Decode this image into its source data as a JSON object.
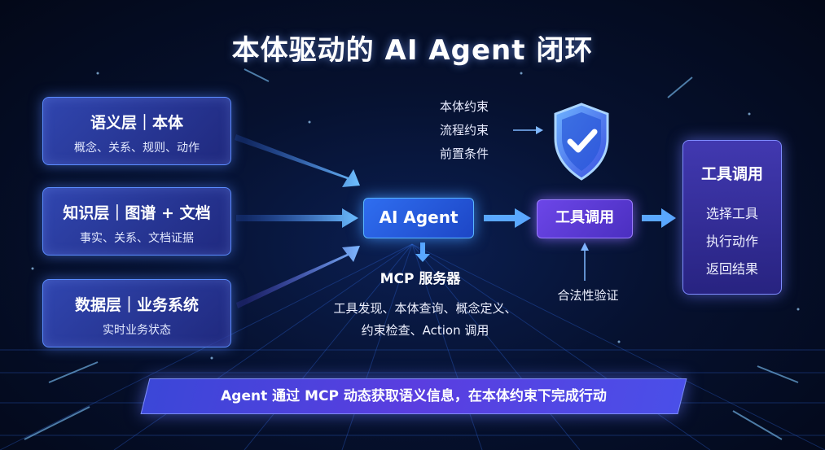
{
  "title": "本体驱动的 AI Agent 闭环",
  "layers": [
    {
      "title": "语义层｜本体",
      "subtitle": "概念、关系、规则、动作"
    },
    {
      "title": "知识层｜图谱 + 文档",
      "subtitle": "事实、关系、文档证据"
    },
    {
      "title": "数据层｜业务系统",
      "subtitle": "实时业务状态"
    }
  ],
  "agent": {
    "label": "AI Agent"
  },
  "mcp": {
    "title": "MCP 服务器",
    "desc_line1": "工具发现、本体查询、概念定义、",
    "desc_line2": "约束检查、Action 调用"
  },
  "constraints": [
    "本体约束",
    "流程约束",
    "前置条件"
  ],
  "tool_call": {
    "label": "工具调用"
  },
  "legal_check": "合法性验证",
  "tool_panel": {
    "title": "工具调用",
    "items": [
      "选择工具",
      "执行动作",
      "返回结果"
    ]
  },
  "banner": "Agent 通过 MCP 动态获取语义信息，在本体约束下完成行动",
  "colors": {
    "background": "#06112f",
    "layer_box": "#3850c8",
    "agent_box": "#2f6ef0",
    "tool_box": "#6c46e8",
    "arrow": "#5aa8ff",
    "banner": "#4a44e0",
    "shield": "#3f7cf5"
  },
  "icons": {
    "shield": "shield-check-icon"
  }
}
